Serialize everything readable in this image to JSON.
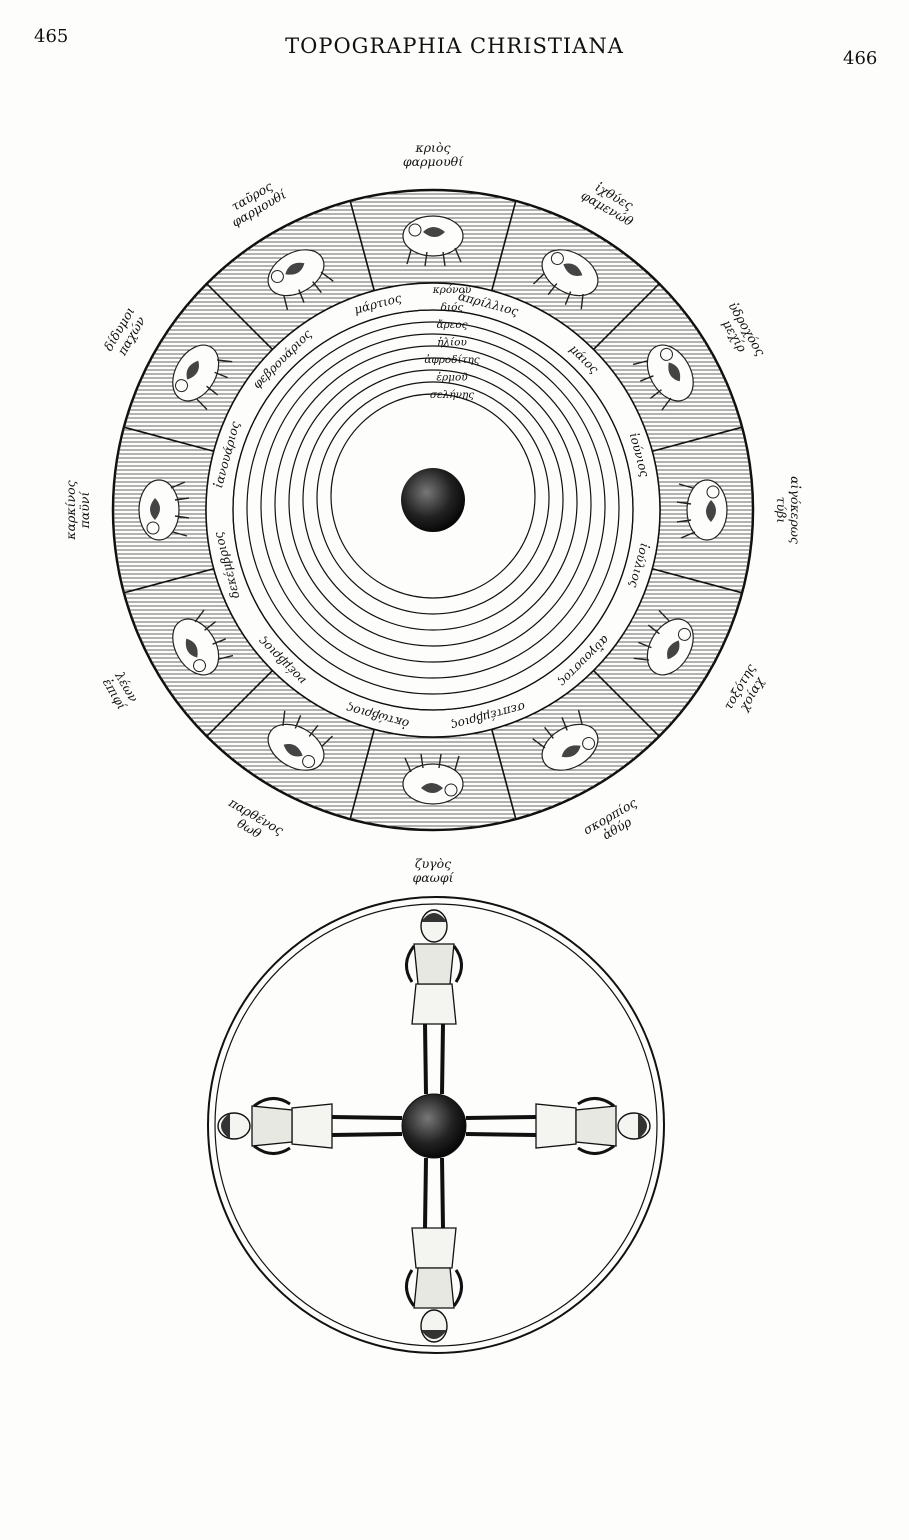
{
  "header": {
    "page_left": "465",
    "title": "TOPOGRAPHIA CHRISTIANA",
    "page_right": "466"
  },
  "zodiac_labels": [
    {
      "text": "κριὸς φαρμουθί"
    },
    {
      "text": "ἰχθύες φαμενώθ"
    },
    {
      "text": "ὑδροχόος μεχίρ"
    },
    {
      "text": "αἰγόκερως τύβι"
    },
    {
      "text": "τοξότης χοίαχ"
    },
    {
      "text": "σκορπίος ἀθύρ"
    },
    {
      "text": "ζυγὸς φαωφί"
    },
    {
      "text": "παρθένος θωθ"
    },
    {
      "text": "λέων ἐπιφί"
    },
    {
      "text": "καρκίνος παϋνί"
    },
    {
      "text": "δίδυμοι παχών"
    },
    {
      "text": "ταῦρος φαρμουθί"
    }
  ],
  "month_ring": [
    {
      "text": "ἀπρίλλιος"
    },
    {
      "text": "μάρτιος"
    },
    {
      "text": "φεβρουάριος"
    },
    {
      "text": "ἰανουάριος"
    },
    {
      "text": "δεκέμβριος"
    },
    {
      "text": "νοέμβριος"
    },
    {
      "text": "ὀκτώβριος"
    },
    {
      "text": "σεπτέμβριος"
    },
    {
      "text": "αὔγουστος"
    },
    {
      "text": "ἰούλιος"
    },
    {
      "text": "ἰούνιος"
    },
    {
      "text": "μάιος"
    }
  ],
  "planets": [
    {
      "text": "κρόνου"
    },
    {
      "text": "διός"
    },
    {
      "text": "ἄρεος"
    },
    {
      "text": "ἡλίου"
    },
    {
      "text": "ἀφροδίτης"
    },
    {
      "text": "ἑρμοῦ"
    },
    {
      "text": "σελήνης"
    }
  ],
  "zodiac_figures": [
    "ram",
    "fishes",
    "water-bearer",
    "goat",
    "archer",
    "scorpion",
    "balance-bearer",
    "virgin",
    "lion",
    "crab",
    "twins",
    "bull"
  ]
}
